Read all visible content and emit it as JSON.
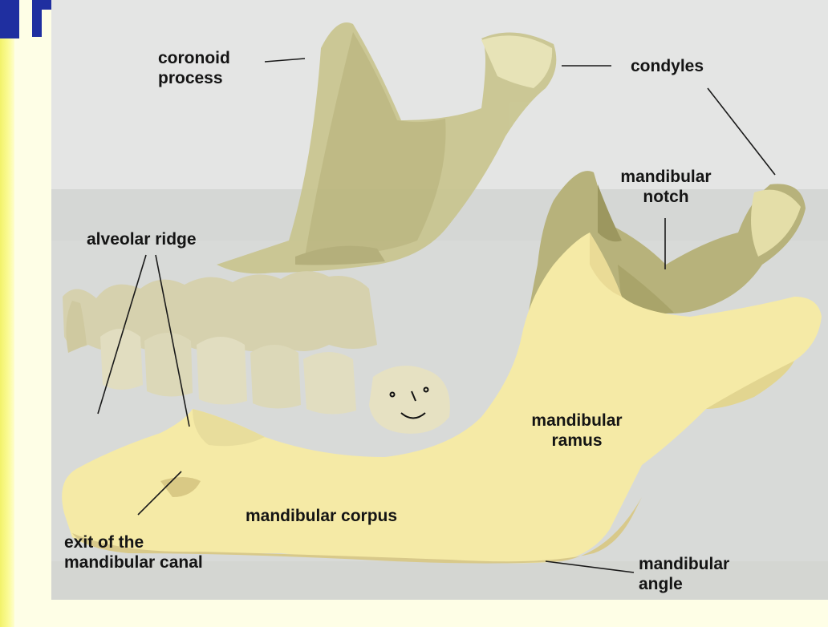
{
  "labels": {
    "coronoid_process": [
      "coronoid",
      "process"
    ],
    "condyles": "condyles",
    "mandibular_notch": [
      "mandibular",
      "notch"
    ],
    "alveolar_ridge": "alveolar ridge",
    "mandibular_ramus": [
      "mandibular",
      "ramus"
    ],
    "mandibular_corpus": "mandibular corpus",
    "exit_canal": [
      "exit of the",
      "mandibular canal"
    ],
    "mandibular_angle": [
      "mandibular",
      "angle"
    ]
  },
  "colors": {
    "side_band": "#f2f26a",
    "page_background": "#fefee6",
    "upper_backdrop": "#e4e5e4",
    "lower_backdrop": "#d8dad8",
    "bone_main": "#f6eaa8",
    "bone_shadow": "#d9c98c",
    "bone_olive": "#b9b27a",
    "teeth": "#ddd9b8",
    "label_text": "#141414",
    "corner_mark": "#1f2fa0"
  },
  "icons": {
    "corner": "square-blocks-icon"
  }
}
